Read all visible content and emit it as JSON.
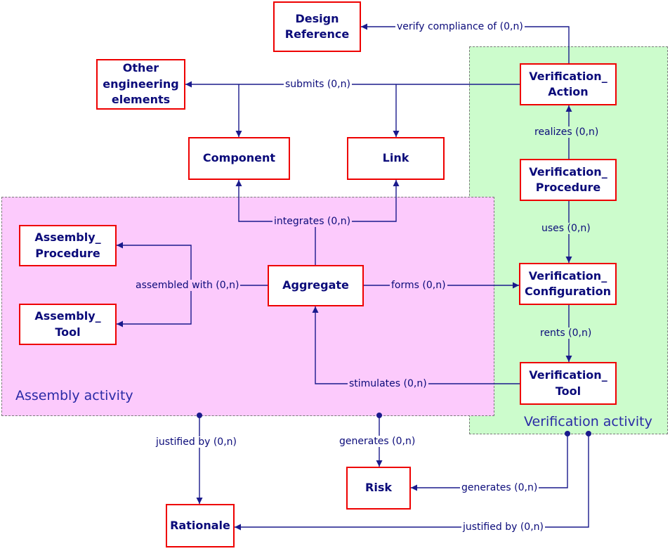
{
  "regions": {
    "assembly": {
      "label": "Assembly activity",
      "color": "#fccafc"
    },
    "verification": {
      "label": "Verification activity",
      "color": "#ccfccc"
    }
  },
  "nodes": {
    "design_reference": "Design\nReference",
    "other_engineering": "Other\nengineering\nelements",
    "verification_action": "Verification_\nAction",
    "component": "Component",
    "link": "Link",
    "verification_procedure": "Verification_\nProcedure",
    "assembly_procedure": "Assembly_\nProcedure",
    "aggregate": "Aggregate",
    "verification_configuration": "Verification_\nConfiguration",
    "assembly_tool": "Assembly_\nTool",
    "verification_tool": "Verification_\nTool",
    "risk": "Risk",
    "rationale": "Rationale"
  },
  "edges": {
    "verify_compliance": "verify compliance of (0,n)",
    "submits": "submits (0,n)",
    "realizes": "realizes (0,n)",
    "integrates": "integrates (0,n)",
    "uses": "uses (0,n)",
    "assembled_with": "assembled with (0,n)",
    "forms": "forms (0,n)",
    "rents": "rents (0,n)",
    "stimulates": "stimulates (0,n)",
    "justified_by_assembly": "justified by (0,n)",
    "generates_assembly": "generates (0,n)",
    "generates_verification": "generates (0,n)",
    "justified_by_verification": "justified by (0,n)"
  },
  "colors": {
    "node_border": "#ee0000",
    "node_text": "#0b0b7a",
    "line": "#1a1a8c"
  }
}
